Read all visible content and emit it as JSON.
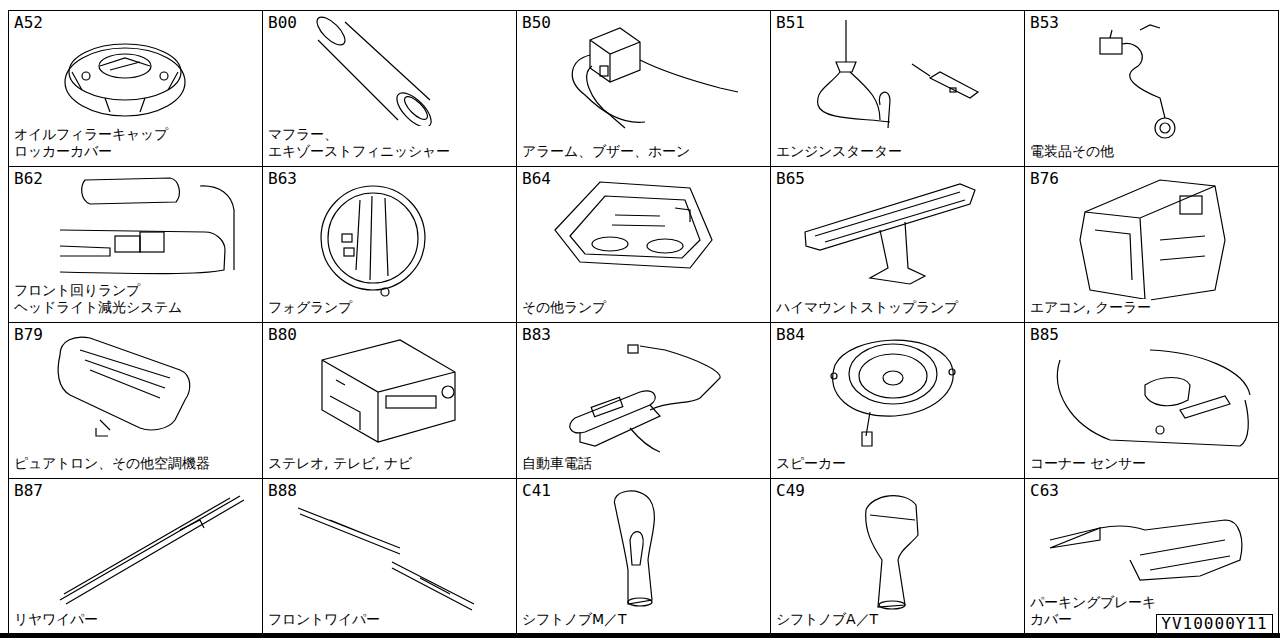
{
  "diagram": {
    "nodes": [
      {
        "text": [
          "A52",
          "オイルフィラーキャップ ロッカーカバー"
        ]
      },
      {
        "text": [
          "B00",
          "マフラー、 エキゾーストフィニッシャー"
        ]
      },
      {
        "text": [
          "B50",
          "アラーム、ブザー、ホーン"
        ]
      },
      {
        "text": [
          "B51",
          "エンジンスターター"
        ]
      },
      {
        "text": [
          "B53",
          "電装品その他"
        ]
      },
      {
        "text": [
          "B62",
          "フロント回りランプ ヘッドライト減光システム"
        ]
      },
      {
        "text": [
          "B63",
          "フォグランプ"
        ]
      },
      {
        "text": [
          "B64",
          "その他ランプ"
        ]
      },
      {
        "text": [
          "B65",
          "ハイマウントストップランプ"
        ]
      },
      {
        "text": [
          "B76",
          "エアコン, クーラー"
        ]
      },
      {
        "text": [
          "B79",
          "ピュアトロン、その他空調機器"
        ]
      },
      {
        "text": [
          "B80",
          "ステレオ, テレビ, ナビ"
        ]
      },
      {
        "text": [
          "B83",
          "自動車電話"
        ]
      },
      {
        "text": [
          "B84",
          "スピーカー"
        ]
      },
      {
        "text": [
          "B85",
          "コーナー センサー"
        ]
      },
      {
        "text": [
          "B87",
          "リヤワイパー"
        ]
      },
      {
        "text": [
          "B88",
          "フロントワイパー"
        ]
      },
      {
        "text": [
          "C41",
          "シフトノブM／T"
        ]
      },
      {
        "text": [
          "C49",
          "シフトノブA／T"
        ]
      },
      {
        "text": [
          "C63",
          "パーキングブレーキ カバー"
        ]
      },
      {
        "text": [
          "YV10000Y11"
        ]
      }
    ]
  }
}
